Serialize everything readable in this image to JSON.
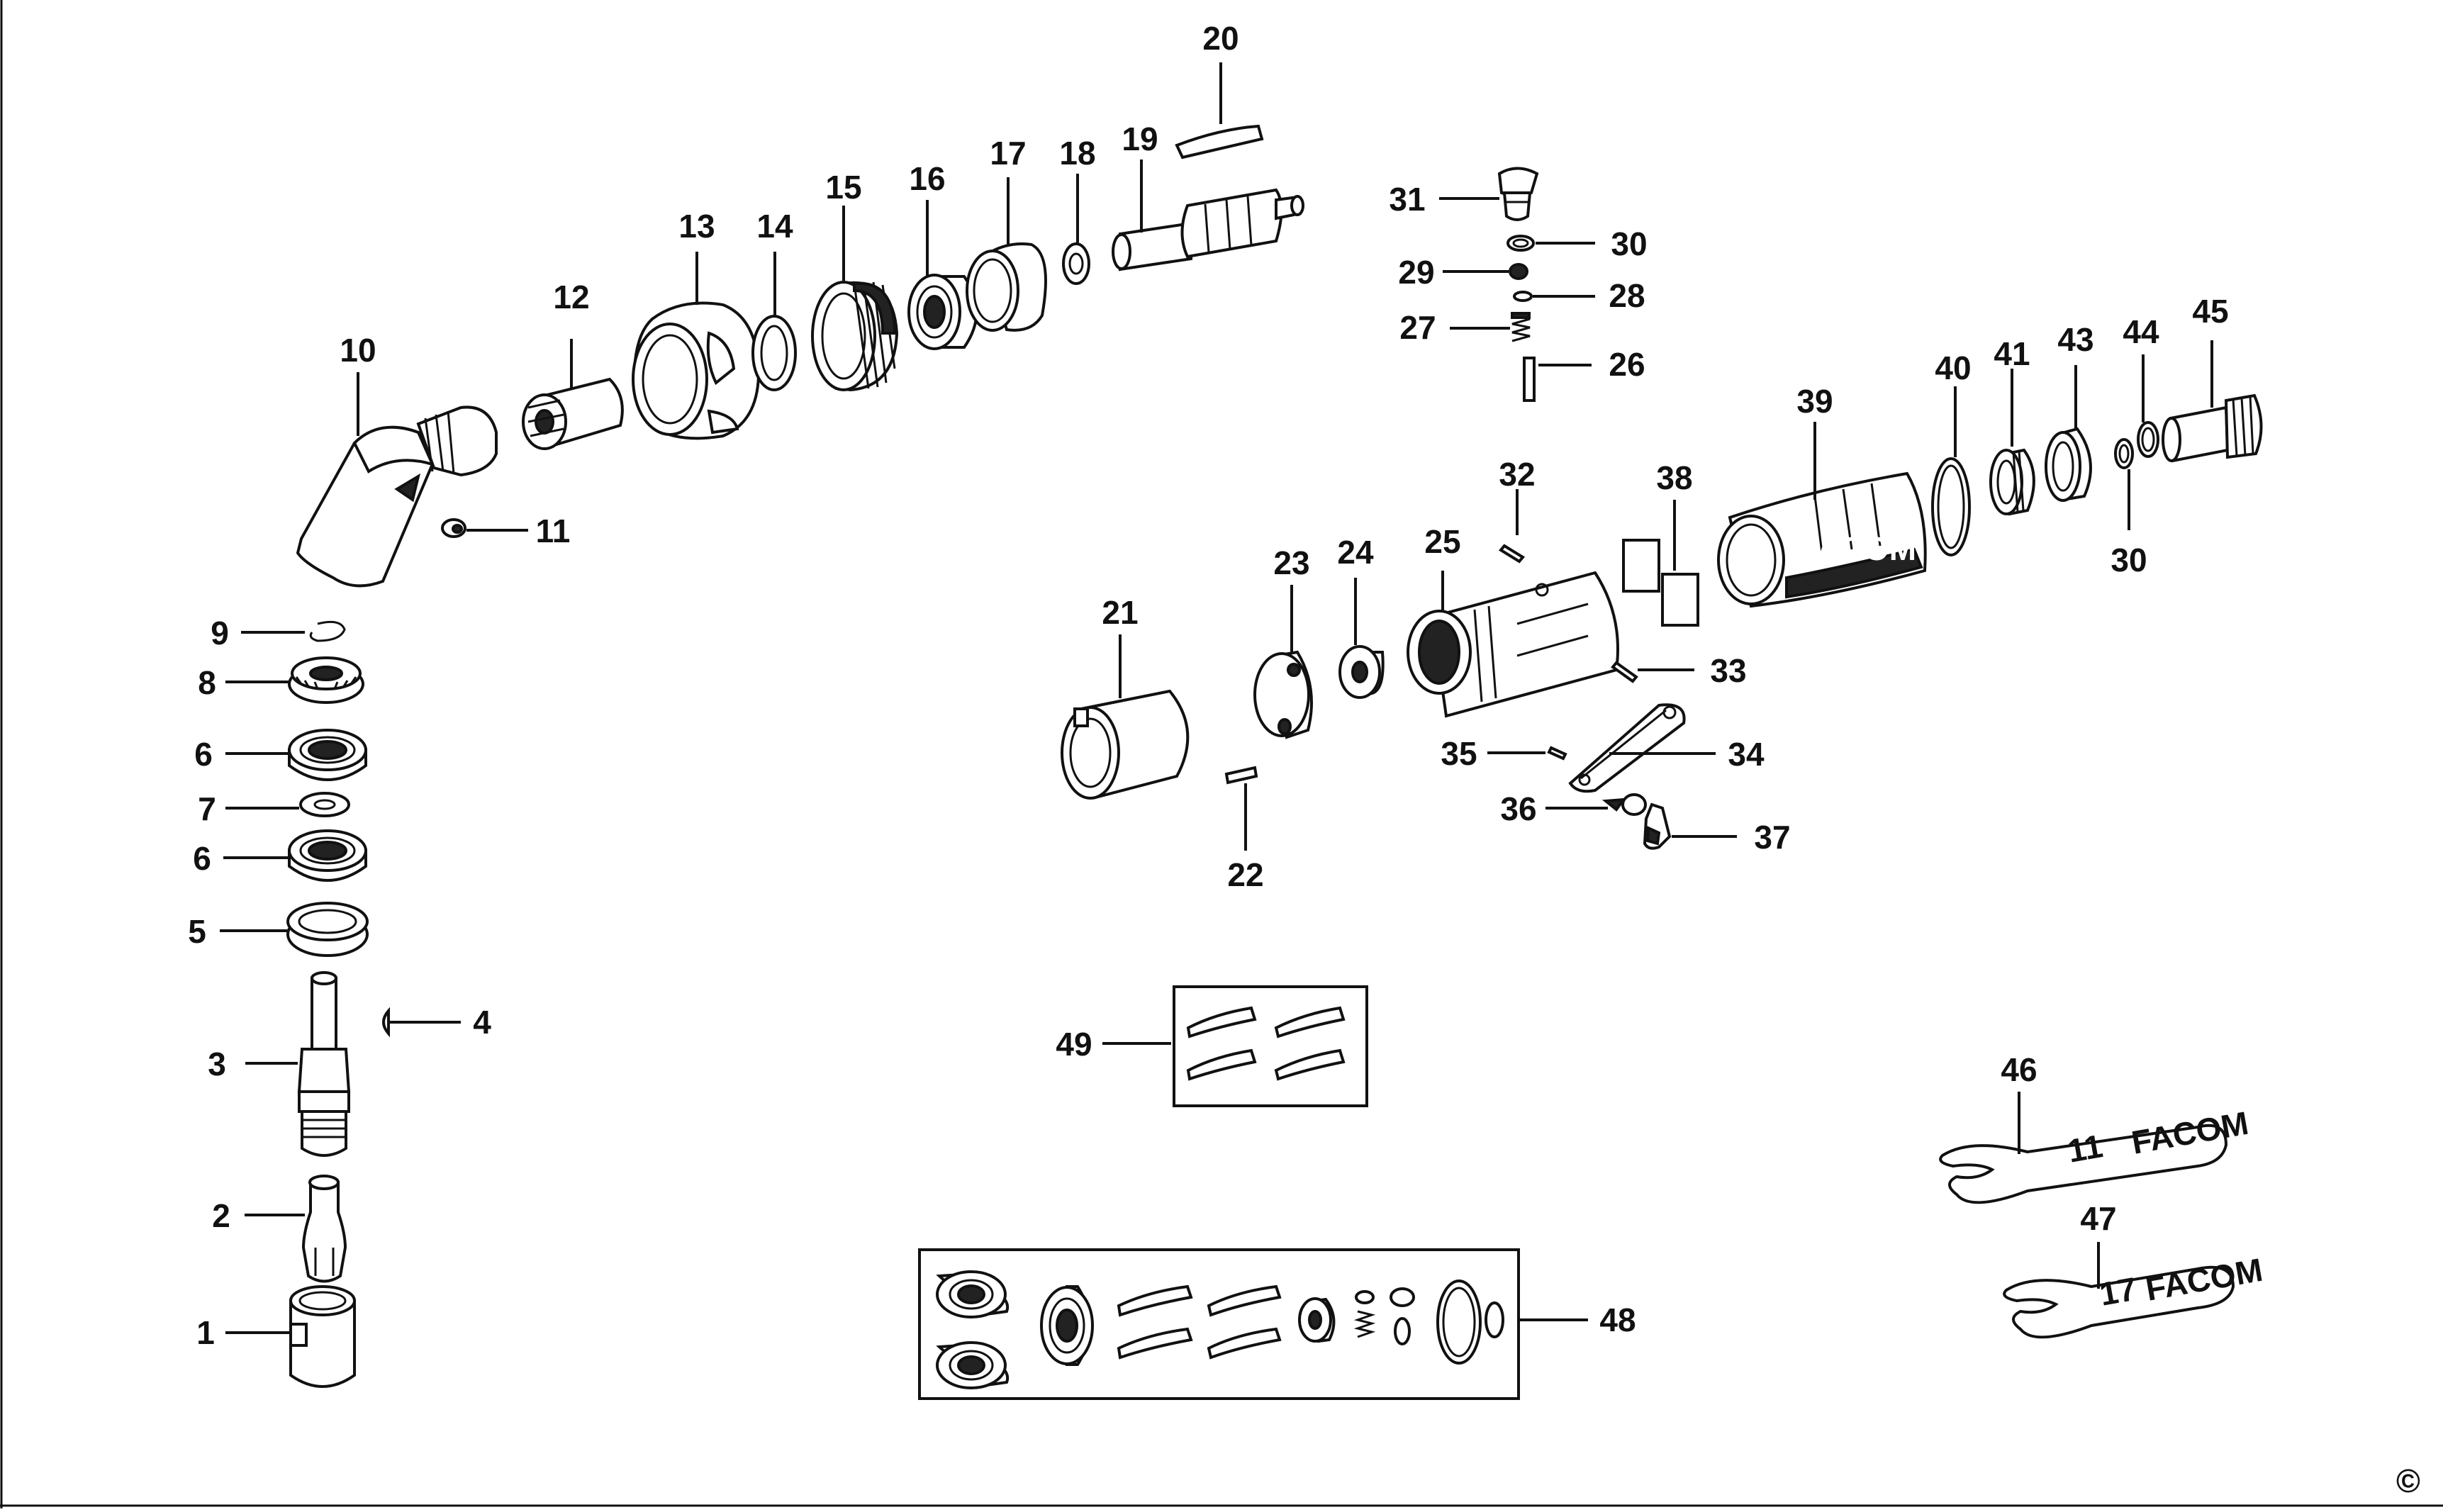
{
  "diagram": {
    "callouts": {
      "c1": "1",
      "c2": "2",
      "c3": "3",
      "c4": "4",
      "c5": "5",
      "c6a": "6",
      "c6b": "6",
      "c7": "7",
      "c8": "8",
      "c9": "9",
      "c10": "10",
      "c11": "11",
      "c12": "12",
      "c13": "13",
      "c14": "14",
      "c15": "15",
      "c16": "16",
      "c17": "17",
      "c18": "18",
      "c19": "19",
      "c20": "20",
      "c21": "21",
      "c22": "22",
      "c23": "23",
      "c24": "24",
      "c25": "25",
      "c26": "26",
      "c27": "27",
      "c28": "28",
      "c29": "29",
      "c30a": "30",
      "c30b": "30",
      "c31": "31",
      "c32": "32",
      "c33": "33",
      "c34": "34",
      "c35": "35",
      "c36": "36",
      "c37": "37",
      "c38": "38",
      "c39": "39",
      "c40": "40",
      "c41": "41",
      "c43": "43",
      "c44": "44",
      "c45": "45",
      "c46": "46",
      "c47": "47",
      "c48": "48",
      "c49": "49"
    },
    "brand_marks": {
      "body_logo": "FACOM",
      "wrench_46": "FACOM",
      "wrench_47": "FACOM",
      "wrench_46_size": "11",
      "wrench_47_size": "17"
    },
    "copyright_symbol": "©"
  }
}
